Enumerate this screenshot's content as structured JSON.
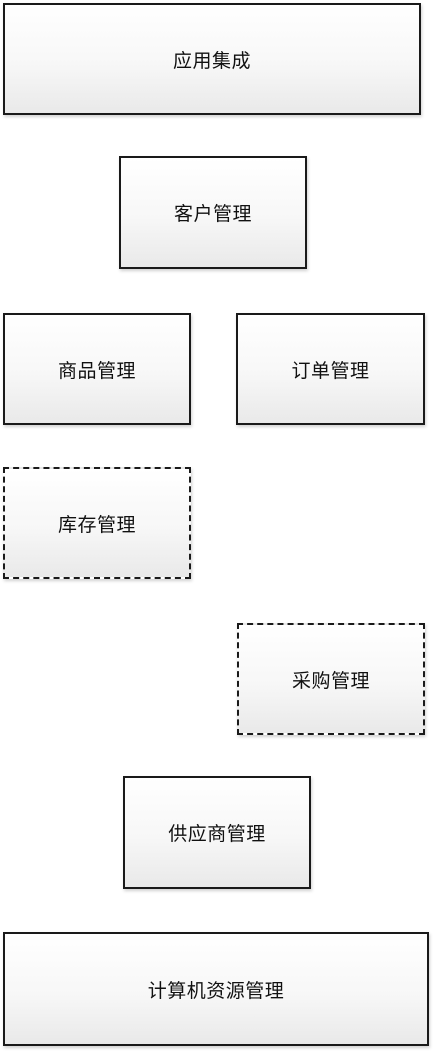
{
  "diagram": {
    "modules": [
      {
        "label": "应用集成",
        "style": "solid"
      },
      {
        "label": "客户管理",
        "style": "solid"
      },
      {
        "label": "商品管理",
        "style": "solid"
      },
      {
        "label": "订单管理",
        "style": "solid"
      },
      {
        "label": "库存管理",
        "style": "dashed"
      },
      {
        "label": "采购管理",
        "style": "dashed"
      },
      {
        "label": "供应商管理",
        "style": "solid"
      },
      {
        "label": "计算机资源管理",
        "style": "solid"
      }
    ]
  }
}
